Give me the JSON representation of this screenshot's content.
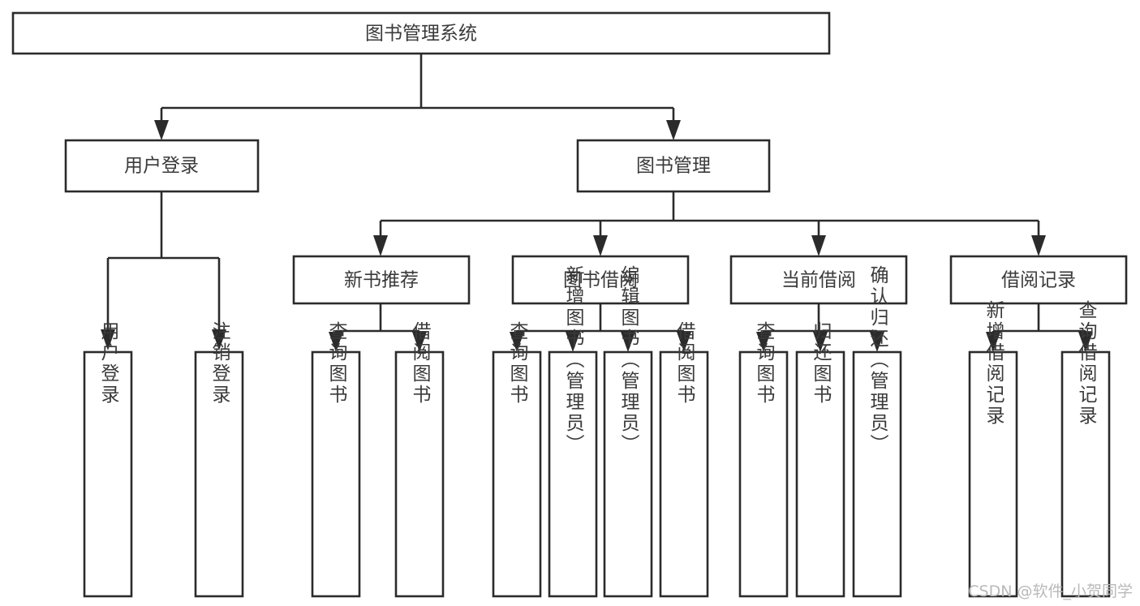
{
  "diagram": {
    "title": "图书管理系统",
    "type": "functional-structure-tree",
    "orientation": "top-down",
    "root": {
      "id": "root",
      "label": "图书管理系统",
      "text_orientation": "horizontal"
    },
    "level1": [
      {
        "id": "user-login",
        "label": "用户登录",
        "text_orientation": "horizontal"
      },
      {
        "id": "book-management",
        "label": "图书管理",
        "text_orientation": "horizontal"
      }
    ],
    "level2": [
      {
        "id": "new-book-recommend",
        "label": "新书推荐",
        "parent": "book-management",
        "text_orientation": "horizontal"
      },
      {
        "id": "book-borrow",
        "label": "图书借阅",
        "parent": "book-management",
        "text_orientation": "horizontal"
      },
      {
        "id": "current-borrow",
        "label": "当前借阅",
        "parent": "book-management",
        "text_orientation": "horizontal"
      },
      {
        "id": "borrow-record",
        "label": "借阅记录",
        "parent": "book-management",
        "text_orientation": "horizontal"
      }
    ],
    "leaves": [
      {
        "id": "leaf-user-login",
        "label": "用户登录",
        "parent": "user-login",
        "text_orientation": "vertical"
      },
      {
        "id": "leaf-logout",
        "label": "注销登录",
        "parent": "user-login",
        "text_orientation": "vertical"
      },
      {
        "id": "leaf-query-book-1",
        "label": "查询图书",
        "parent": "new-book-recommend",
        "text_orientation": "vertical"
      },
      {
        "id": "leaf-borrow-book-1",
        "label": "借阅图书",
        "parent": "new-book-recommend",
        "text_orientation": "vertical"
      },
      {
        "id": "leaf-query-book-2",
        "label": "查询图书",
        "parent": "book-borrow",
        "text_orientation": "vertical"
      },
      {
        "id": "leaf-add-book",
        "label": "新增图书（管理员）",
        "parent": "book-borrow",
        "text_orientation": "vertical"
      },
      {
        "id": "leaf-edit-book",
        "label": "编辑图书（管理员）",
        "parent": "book-borrow",
        "text_orientation": "vertical"
      },
      {
        "id": "leaf-borrow-book-2",
        "label": "借阅图书",
        "parent": "book-borrow",
        "text_orientation": "vertical"
      },
      {
        "id": "leaf-query-book-3",
        "label": "查询图书",
        "parent": "current-borrow",
        "text_orientation": "vertical"
      },
      {
        "id": "leaf-return-book",
        "label": "归还图书",
        "parent": "current-borrow",
        "text_orientation": "vertical"
      },
      {
        "id": "leaf-confirm-return",
        "label": "确认归还（管理员）",
        "parent": "current-borrow",
        "text_orientation": "vertical"
      },
      {
        "id": "leaf-add-record",
        "label": "新增借阅记录",
        "parent": "borrow-record",
        "text_orientation": "vertical"
      },
      {
        "id": "leaf-query-record",
        "label": "查询借阅记录",
        "parent": "borrow-record",
        "text_orientation": "vertical"
      }
    ],
    "colors": {
      "background": "#ffffff",
      "box_fill": "#ffffff",
      "box_stroke": "#2b2b2b",
      "text": "#3a3a3a",
      "connector": "#2b2b2b",
      "watermark": "#b9b9b9"
    }
  },
  "watermark": {
    "text": "CSDN @软件_小贺同学"
  }
}
